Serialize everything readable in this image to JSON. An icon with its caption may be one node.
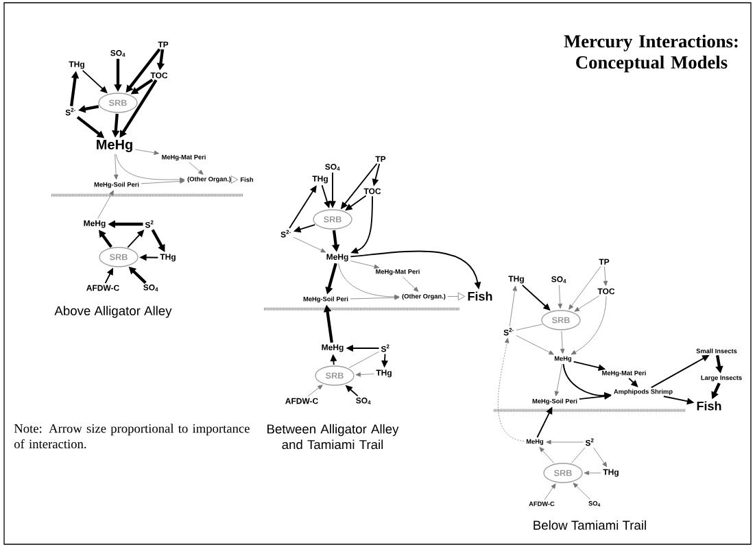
{
  "diagram": {
    "title": "Mercury Interactions: Conceptual Models",
    "nodes": [
      {
        "text": [
          "THg"
        ]
      },
      {
        "text": [
          "SO$_{4}$"
        ]
      },
      {
        "text": [
          "TP"
        ]
      },
      {
        "text": [
          "TOC"
        ]
      },
      {
        "text": [
          "SRB"
        ]
      },
      {
        "text": [
          "S$^{2-}$"
        ]
      },
      {
        "text": [
          "MeHg"
        ]
      },
      {
        "text": [
          "MeHg-Mat Peri"
        ]
      },
      {
        "text": [
          "MeHg-Soil Peri"
        ]
      },
      {
        "text": [
          "(Other Organ.)"
        ]
      },
      {
        "text": [
          "Fish"
        ]
      },
      {
        "text": [
          "MeHg"
        ]
      },
      {
        "text": [
          "S$^{2}$"
        ]
      },
      {
        "text": [
          "SRB"
        ]
      },
      {
        "text": [
          "THg"
        ]
      },
      {
        "text": [
          "AFDW-C"
        ]
      },
      {
        "text": [
          "SO$_{4}$"
        ]
      },
      {
        "text": [
          "THg"
        ]
      },
      {
        "text": [
          "SO$_{4}$"
        ]
      },
      {
        "text": [
          "TP"
        ]
      },
      {
        "text": [
          "TOC"
        ]
      },
      {
        "text": [
          "SRB"
        ]
      },
      {
        "text": [
          "S$^{2-}$"
        ]
      },
      {
        "text": [
          "MeHg"
        ]
      },
      {
        "text": [
          "MeHg-Mat Peri"
        ]
      },
      {
        "text": [
          "MeHg-Soil Peri"
        ]
      },
      {
        "text": [
          "(Other Organ.)"
        ]
      },
      {
        "text": [
          "Fish"
        ]
      },
      {
        "text": [
          "MeHg"
        ]
      },
      {
        "text": [
          "S$^{2}$"
        ]
      },
      {
        "text": [
          "SRB"
        ]
      },
      {
        "text": [
          "THg"
        ]
      },
      {
        "text": [
          "AFDW-C"
        ]
      },
      {
        "text": [
          "SO$_{4}$"
        ]
      },
      {
        "text": [
          "THg"
        ]
      },
      {
        "text": [
          "SO$_{4}$"
        ]
      },
      {
        "text": [
          "TP"
        ]
      },
      {
        "text": [
          "TOC"
        ]
      },
      {
        "text": [
          "SRB"
        ]
      },
      {
        "text": [
          "S$^{2-}$"
        ]
      },
      {
        "text": [
          "MeHg"
        ]
      },
      {
        "text": [
          "MeHg-Mat Peri"
        ]
      },
      {
        "text": [
          "MeHg-Soil Peri"
        ]
      },
      {
        "text": [
          "Amphipods Shrimp"
        ]
      },
      {
        "text": [
          "Small Insects"
        ]
      },
      {
        "text": [
          "Large Insects"
        ]
      },
      {
        "text": [
          "Fish"
        ]
      },
      {
        "text": [
          "MeHg"
        ]
      },
      {
        "text": [
          "S$^{2}$"
        ]
      },
      {
        "text": [
          "SRB"
        ]
      },
      {
        "text": [
          "THg"
        ]
      },
      {
        "text": [
          "AFDW-C"
        ]
      },
      {
        "text": [
          "SO$_{4}$"
        ]
      }
    ],
    "edges": [
      {
        "from": 0,
        "to": 4,
        "arrow": "to"
      },
      {
        "from": 1,
        "to": 4,
        "arrow": "to",
        "style": "thick"
      },
      {
        "from": 2,
        "to": 4,
        "arrow": "to",
        "style": "thick"
      },
      {
        "from": 2,
        "to": 3,
        "arrow": "to",
        "style": "thick"
      },
      {
        "from": 3,
        "to": 4,
        "arrow": "to",
        "style": "thick"
      },
      {
        "from": 3,
        "to": 6,
        "arrow": "to",
        "style": "thick"
      },
      {
        "from": 4,
        "to": 5,
        "arrow": "to",
        "style": "thick"
      },
      {
        "from": 5,
        "to": 0,
        "arrow": "to",
        "style": "thick"
      },
      {
        "from": 5,
        "to": 6,
        "arrow": "to",
        "style": "thick"
      },
      {
        "from": 4,
        "to": 6,
        "arrow": "to",
        "style": "thick"
      },
      {
        "from": 6,
        "to": 7,
        "arrow": "to",
        "color": "#777777"
      },
      {
        "from": 6,
        "to": 8,
        "arrow": "to",
        "color": "#777777"
      },
      {
        "from": 6,
        "to": 9,
        "arrow": "to",
        "color": "#777777"
      },
      {
        "from": 7,
        "to": 9,
        "arrow": "to",
        "color": "#777777"
      },
      {
        "from": 8,
        "to": 9,
        "arrow": "to",
        "color": "#777777"
      },
      {
        "from": 9,
        "to": 10,
        "arrow": "to",
        "color": "#777777"
      },
      {
        "from": 11,
        "to": 8,
        "arrow": "to",
        "color": "#777777"
      },
      {
        "from": 12,
        "to": 11,
        "arrow": "to",
        "style": "thick"
      },
      {
        "from": 13,
        "to": 11,
        "arrow": "to",
        "style": "thick"
      },
      {
        "from": 13,
        "to": 12,
        "arrow": "to"
      },
      {
        "from": 12,
        "to": 14,
        "arrow": "to",
        "style": "thick"
      },
      {
        "from": 14,
        "to": 13,
        "arrow": "to"
      },
      {
        "from": 15,
        "to": 13,
        "arrow": "to"
      },
      {
        "from": 16,
        "to": 13,
        "arrow": "to",
        "style": "thick"
      },
      {
        "from": 17,
        "to": 21,
        "arrow": "to"
      },
      {
        "from": 18,
        "to": 21,
        "arrow": "to"
      },
      {
        "from": 19,
        "to": 21,
        "arrow": "to"
      },
      {
        "from": 19,
        "to": 20,
        "arrow": "to"
      },
      {
        "from": 20,
        "to": 21,
        "arrow": "to"
      },
      {
        "from": 20,
        "to": 23,
        "arrow": "to"
      },
      {
        "from": 21,
        "to": 22,
        "arrow": "to"
      },
      {
        "from": 22,
        "to": 17,
        "arrow": "to"
      },
      {
        "from": 22,
        "to": 23,
        "arrow": "to",
        "color": "#777777"
      },
      {
        "from": 21,
        "to": 23,
        "arrow": "to",
        "style": "thick"
      },
      {
        "from": 23,
        "to": 27,
        "arrow": "to"
      },
      {
        "from": 23,
        "to": 24,
        "arrow": "to",
        "color": "#777777"
      },
      {
        "from": 23,
        "to": 25,
        "arrow": "to",
        "style": "thick"
      },
      {
        "from": 23,
        "to": 26,
        "arrow": "to",
        "color": "#777777"
      },
      {
        "from": 24,
        "to": 26,
        "arrow": "to",
        "color": "#777777"
      },
      {
        "from": 25,
        "to": 26,
        "arrow": "to",
        "color": "#777777"
      },
      {
        "from": 26,
        "to": 27,
        "arrow": "to",
        "color": "#777777"
      },
      {
        "from": 28,
        "to": 25,
        "arrow": "to",
        "style": "thick"
      },
      {
        "from": 29,
        "to": 28,
        "arrow": "to"
      },
      {
        "from": 30,
        "to": 28,
        "arrow": "to"
      },
      {
        "from": 30,
        "to": 29,
        "arrow": "none",
        "color": "#777777"
      },
      {
        "from": 29,
        "to": 31,
        "arrow": "to"
      },
      {
        "from": 31,
        "to": 30,
        "arrow": "to",
        "color": "#777777"
      },
      {
        "from": 32,
        "to": 30,
        "arrow": "to",
        "color": "#777777"
      },
      {
        "from": 33,
        "to": 30,
        "arrow": "to"
      },
      {
        "from": 34,
        "to": 38,
        "arrow": "to"
      },
      {
        "from": 35,
        "to": 38,
        "arrow": "to",
        "color": "#777777"
      },
      {
        "from": 36,
        "to": 38,
        "arrow": "to",
        "color": "#777777"
      },
      {
        "from": 36,
        "to": 37,
        "arrow": "to",
        "color": "#777777"
      },
      {
        "from": 37,
        "to": 38,
        "arrow": "to",
        "color": "#777777"
      },
      {
        "from": 37,
        "to": 40,
        "arrow": "to",
        "color": "#777777"
      },
      {
        "from": 38,
        "to": 39,
        "arrow": "none",
        "color": "#777777"
      },
      {
        "from": 39,
        "to": 34,
        "arrow": "to",
        "color": "#777777"
      },
      {
        "from": 39,
        "to": 40,
        "arrow": "to",
        "color": "#777777"
      },
      {
        "from": 38,
        "to": 40,
        "arrow": "to",
        "color": "#777777"
      },
      {
        "from": 40,
        "to": 42,
        "arrow": "to",
        "color": "#777777"
      },
      {
        "from": 40,
        "to": 41,
        "arrow": "to"
      },
      {
        "from": 40,
        "to": 43,
        "arrow": "to"
      },
      {
        "from": 41,
        "to": 43,
        "arrow": "to"
      },
      {
        "from": 42,
        "to": 43,
        "arrow": "to"
      },
      {
        "from": 43,
        "to": 44,
        "arrow": "to"
      },
      {
        "from": 44,
        "to": 45,
        "arrow": "to",
        "style": "thick"
      },
      {
        "from": 45,
        "to": 46,
        "arrow": "to",
        "style": "thick"
      },
      {
        "from": 43,
        "to": 46,
        "arrow": "to"
      },
      {
        "from": 47,
        "to": 42,
        "arrow": "to"
      },
      {
        "from": 47,
        "to": 39,
        "arrow": "to",
        "style": "dashed",
        "color": "#777777"
      },
      {
        "from": 48,
        "to": 47,
        "arrow": "to",
        "color": "#777777"
      },
      {
        "from": 49,
        "to": 47,
        "arrow": "to",
        "color": "#777777"
      },
      {
        "from": 49,
        "to": 48,
        "arrow": "none",
        "color": "#777777"
      },
      {
        "from": 48,
        "to": 50,
        "arrow": "to",
        "color": "#777777"
      },
      {
        "from": 50,
        "to": 49,
        "arrow": "to",
        "color": "#777777"
      },
      {
        "from": 51,
        "to": 49,
        "arrow": "to",
        "color": "#777777"
      },
      {
        "from": 52,
        "to": 49,
        "arrow": "to",
        "color": "#777777"
      }
    ],
    "labels": [
      "Above Alligator Alley",
      "Between Alligator Alley and Tamiami Trail",
      "Below Tamiami Trail",
      "Note: Arrow size proportional to importance of interaction."
    ]
  }
}
